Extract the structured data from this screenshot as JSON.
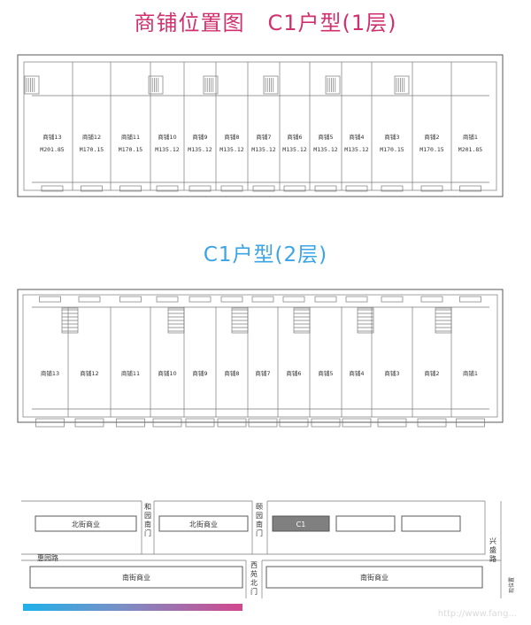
{
  "title1": {
    "main": "商铺位置图",
    "sub": "C1户型(1层)"
  },
  "title2": {
    "sub": "C1户型(2层)"
  },
  "floor1": {
    "shops": [
      {
        "name": "商铺13",
        "area": "M201.85"
      },
      {
        "name": "商铺12",
        "area": "M170.15"
      },
      {
        "name": "商铺11",
        "area": "M170.15"
      },
      {
        "name": "商铺10",
        "area": "M135.12"
      },
      {
        "name": "商铺9",
        "area": "M135.12"
      },
      {
        "name": "商铺8",
        "area": "M135.12"
      },
      {
        "name": "商铺7",
        "area": "M135.12"
      },
      {
        "name": "商铺6",
        "area": "M135.12"
      },
      {
        "name": "商铺5",
        "area": "M135.12"
      },
      {
        "name": "商铺4",
        "area": "M135.12"
      },
      {
        "name": "商铺3",
        "area": "M170.15"
      },
      {
        "name": "商铺2",
        "area": "M170.15"
      },
      {
        "name": "商铺1",
        "area": "M201.85"
      }
    ]
  },
  "floor2": {
    "shops": [
      "商铺13",
      "商铺12",
      "商铺11",
      "商铺10",
      "商铺9",
      "商铺8",
      "商铺7",
      "商铺6",
      "商铺5",
      "商铺4",
      "商铺3",
      "商铺2",
      "商铺1"
    ]
  },
  "map": {
    "north_left": "北街商业",
    "north_mid": "北街商业",
    "c1": "C1",
    "south_left": "南街商业",
    "south_right": "南街商业",
    "gate_he": "和园南门",
    "gate_yi": "颐园南门",
    "gate_xi": "西苑北门",
    "road_hui": "惠园路",
    "road_xing": "兴盛路",
    "note": "现位置",
    "c1_color": "#808080"
  },
  "watermark": "http://www.fang..."
}
